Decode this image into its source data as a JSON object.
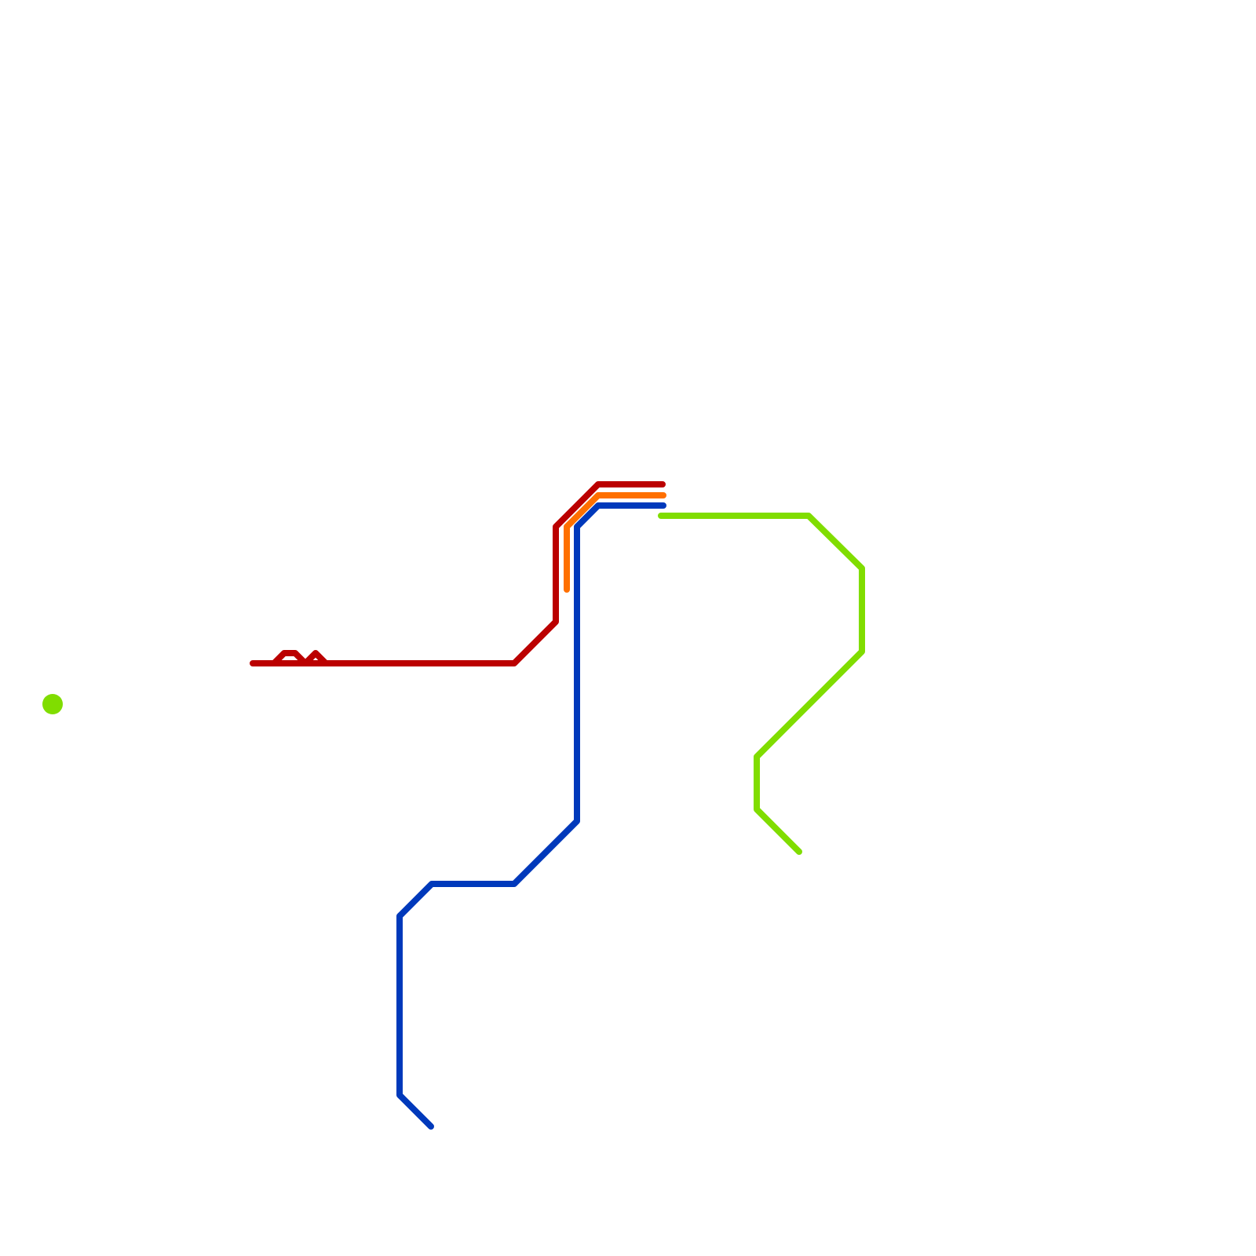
{
  "map": {
    "background": "#ffffff",
    "lines": [
      {
        "id": "red-line",
        "color": "#bb0000"
      },
      {
        "id": "orange-line",
        "color": "#ff7000"
      },
      {
        "id": "blue-line",
        "color": "#0039bb"
      },
      {
        "id": "green-line",
        "color": "#80dd00"
      }
    ],
    "isolated_station": {
      "id": "green-station-dot",
      "color": "#80dd00"
    }
  }
}
